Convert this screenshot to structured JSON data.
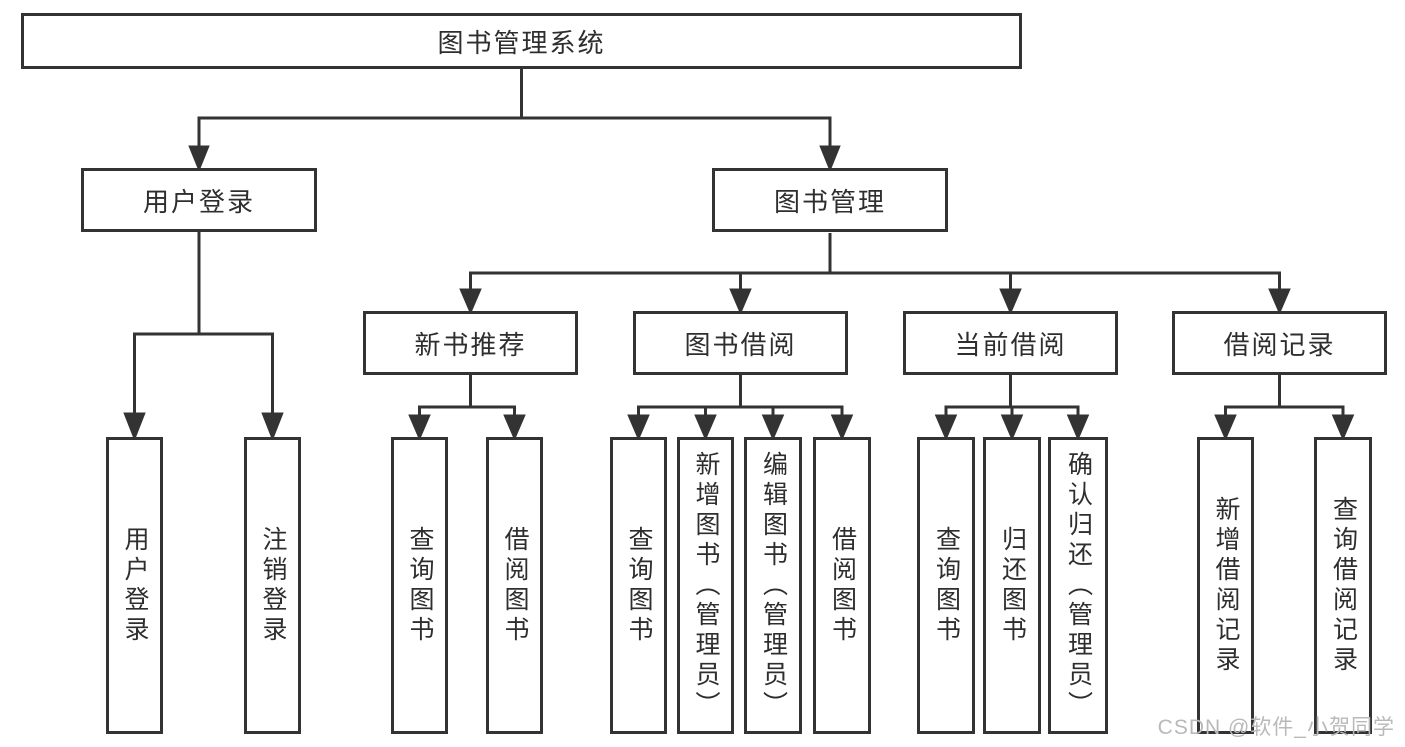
{
  "tree": {
    "label": "图书管理系统",
    "children": [
      {
        "label": "用户登录",
        "children": [
          {
            "label": "用户登录"
          },
          {
            "label": "注销登录"
          }
        ]
      },
      {
        "label": "图书管理",
        "children": [
          {
            "label": "新书推荐",
            "children": [
              {
                "label": "查询图书"
              },
              {
                "label": "借阅图书"
              }
            ]
          },
          {
            "label": "图书借阅",
            "children": [
              {
                "label": "查询图书"
              },
              {
                "label": "新增图书（管理员）"
              },
              {
                "label": "编辑图书（管理员）"
              },
              {
                "label": "借阅图书"
              }
            ]
          },
          {
            "label": "当前借阅",
            "children": [
              {
                "label": "查询图书"
              },
              {
                "label": "归还图书"
              },
              {
                "label": "确认归还（管理员）"
              }
            ]
          },
          {
            "label": "借阅记录",
            "children": [
              {
                "label": "新增借阅记录"
              },
              {
                "label": "查询借阅记录"
              }
            ]
          }
        ]
      }
    ]
  },
  "watermark": {
    "text": "CSDN @软件_小贺同学"
  },
  "colors": {
    "line": "#333333",
    "text": "#2e2e2e",
    "background": "#ffffff",
    "watermark_gray": "#b9b9b9"
  }
}
